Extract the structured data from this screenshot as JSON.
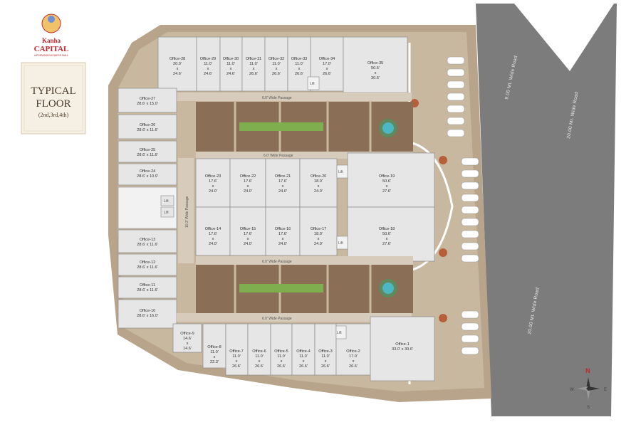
{
  "brand": {
    "name": "Kanha",
    "title": "CAPITAL",
    "tagline": "A PREMIUM BUSINESS MALL"
  },
  "panel": {
    "line1": "TYPICAL",
    "line2": "FLOOR",
    "line3": "(2nd,3rd,4th)"
  },
  "roads": {
    "road_a": "9.00 Mt. Wide Road",
    "road_b": "20.00 Mt. Wide Road",
    "road_c": "20.00 Mt. Wide Road"
  },
  "passages": {
    "p_top": "6.0' Wide Passage",
    "p_mid1": "6.0' Wide Passage",
    "p_mid2": "6.0' Wide Passage",
    "p_bottom": "6.0' Wide Passage",
    "p_vert": "10.3' Wide Passage"
  },
  "lift": "Lift",
  "compass": {
    "n": "N",
    "s": "S",
    "e": "E",
    "w": "W"
  },
  "colors": {
    "road": "#7c7c7c",
    "floor": "#c9b8a0",
    "unit": "#e6e6e6",
    "court": "#8a6e55",
    "passage": "#d7ccbc",
    "lawn": "#7fae4e",
    "water": "#4db8c4",
    "brand": "#c0272d"
  },
  "offices": {
    "o28": {
      "name": "Office-28",
      "l1": "20.0'",
      "l2": "x",
      "l3": "24.6'"
    },
    "o29": {
      "name": "Office-29",
      "l1": "11.0'",
      "l2": "x",
      "l3": "24.6'"
    },
    "o30": {
      "name": "Office-30",
      "l1": "11.0'",
      "l2": "x",
      "l3": "24.6'"
    },
    "o31": {
      "name": "Office-31",
      "l1": "11.0'",
      "l2": "x",
      "l3": "26.6'"
    },
    "o32": {
      "name": "Office-32",
      "l1": "11.0'",
      "l2": "x",
      "l3": "26.6'"
    },
    "o33": {
      "name": "Office-33",
      "l1": "11.0'",
      "l2": "x",
      "l3": "26.6'"
    },
    "o34": {
      "name": "Office-34",
      "l1": "17.0'",
      "l2": "x",
      "l3": "26.6'"
    },
    "o35": {
      "name": "Office-35",
      "l1": "50.6'",
      "l2": "x",
      "l3": "30.6'"
    },
    "o27": {
      "name": "Office-27",
      "l1": "28.6' x 15.0'"
    },
    "o26": {
      "name": "Office-26",
      "l1": "28.6' x 11.6'"
    },
    "o25": {
      "name": "Office-25",
      "l1": "28.6' x 11.6'"
    },
    "o24": {
      "name": "Office-24",
      "l1": "28.6' x 10.9'"
    },
    "o13": {
      "name": "Office-13",
      "l1": "28.6' x 11.6'"
    },
    "o12": {
      "name": "Office-12",
      "l1": "28.6' x 11.6'"
    },
    "o11": {
      "name": "Office-11",
      "l1": "28.6' x 11.6'"
    },
    "o10": {
      "name": "Office-10",
      "l1": "28.6' x 16.0'"
    },
    "o23": {
      "name": "Office-23",
      "l1": "17.6'",
      "l2": "x",
      "l3": "24.0'"
    },
    "o22": {
      "name": "Office-22",
      "l1": "17.6'",
      "l2": "x",
      "l3": "24.0'"
    },
    "o21": {
      "name": "Office-21",
      "l1": "17.6'",
      "l2": "x",
      "l3": "24.0'"
    },
    "o20": {
      "name": "Office-20",
      "l1": "18.0'",
      "l2": "x",
      "l3": "24.0'"
    },
    "o19": {
      "name": "Office-19",
      "l1": "50.6'",
      "l2": "x",
      "l3": "27.6'"
    },
    "o14": {
      "name": "Office-14",
      "l1": "17.6'",
      "l2": "x",
      "l3": "24.0'"
    },
    "o15": {
      "name": "Office-15",
      "l1": "17.6'",
      "l2": "x",
      "l3": "24.0'"
    },
    "o16": {
      "name": "Office-16",
      "l1": "17.6'",
      "l2": "x",
      "l3": "24.0'"
    },
    "o17": {
      "name": "Office-17",
      "l1": "18.0'",
      "l2": "x",
      "l3": "24.0'"
    },
    "o18": {
      "name": "Office-18",
      "l1": "50.6'",
      "l2": "x",
      "l3": "27.6'"
    },
    "o9": {
      "name": "Office-9",
      "l1": "14.6'",
      "l2": "x",
      "l3": "14.6'"
    },
    "o8": {
      "name": "Office-8",
      "l1": "11.0'",
      "l2": "x",
      "l3": "22.3'"
    },
    "o7": {
      "name": "Office-7",
      "l1": "11.0'",
      "l2": "x",
      "l3": "26.6'"
    },
    "o6": {
      "name": "Office-6",
      "l1": "11.0'",
      "l2": "x",
      "l3": "26.6'"
    },
    "o5": {
      "name": "Office-5",
      "l1": "11.0'",
      "l2": "x",
      "l3": "26.6'"
    },
    "o4": {
      "name": "Office-4",
      "l1": "11.0'",
      "l2": "x",
      "l3": "26.6'"
    },
    "o3": {
      "name": "Office-3",
      "l1": "11.0'",
      "l2": "x",
      "l3": "26.6'"
    },
    "o2": {
      "name": "Office-2",
      "l1": "17.0'",
      "l2": "x",
      "l3": "26.6'"
    },
    "o1": {
      "name": "Office-1",
      "l1": "33.0' x 30.6'"
    }
  }
}
